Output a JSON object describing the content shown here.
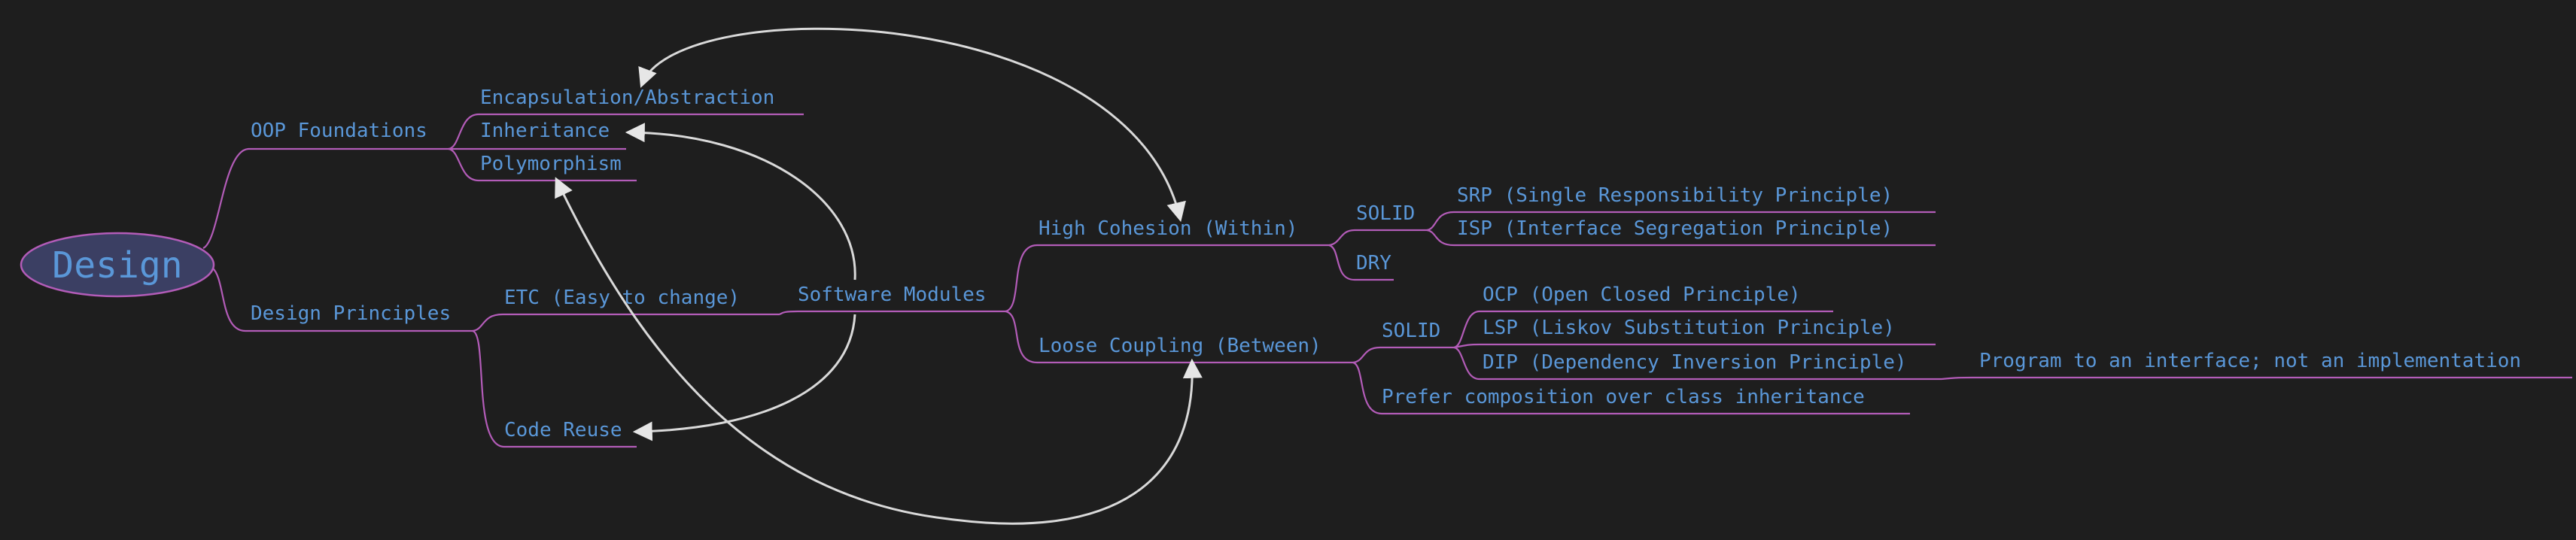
{
  "colors": {
    "background": "#1e1e1e",
    "text": "#5a97d8",
    "branch": "#b35cb8",
    "relation": "#d9d9d9",
    "root_fill": "#3b3f63"
  },
  "root": {
    "label": "Design"
  },
  "oop": {
    "label": "OOP Foundations",
    "encapsulation": "Encapsulation/Abstraction",
    "inheritance": "Inheritance",
    "polymorphism": "Polymorphism"
  },
  "principles": {
    "label": "Design Principles",
    "etc": "ETC (Easy to change)",
    "code_reuse": "Code Reuse",
    "software_modules": "Software Modules"
  },
  "cohesion": {
    "label": "High Cohesion (Within)",
    "solid": "SOLID",
    "srp": "SRP (Single Responsibility Principle)",
    "isp": "ISP (Interface Segregation Principle)",
    "dry": "DRY"
  },
  "coupling": {
    "label": "Loose Coupling (Between)",
    "solid": "SOLID",
    "ocp": "OCP (Open Closed Principle)",
    "lsp": "LSP (Liskov Substitution Principle)",
    "dip": "DIP (Dependency Inversion Principle)",
    "dip_note": "Program to an interface; not an implementation",
    "composition": "Prefer composition over class inheritance"
  }
}
